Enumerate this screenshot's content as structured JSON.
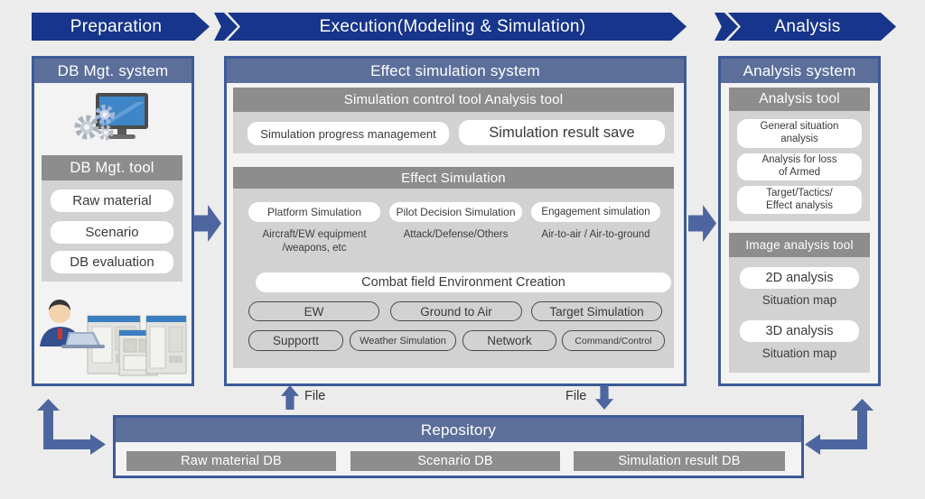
{
  "banners": {
    "preparation": "Preparation",
    "execution": "Execution(Modeling & Simulation)",
    "analysis": "Analysis"
  },
  "db_mgt_system": {
    "title": "DB Mgt. system",
    "tool_title": "DB Mgt. tool",
    "items": [
      "Raw material",
      "Scenario",
      "DB evaluation"
    ]
  },
  "effect_sim_system": {
    "title": "Effect simulation system",
    "control_section": {
      "title": "Simulation control tool Analysis tool",
      "buttons": [
        "Simulation progress management",
        "Simulation result save"
      ]
    },
    "effect_section": {
      "title": "Effect Simulation",
      "sims": [
        {
          "label": "Platform Simulation",
          "desc": "Aircraft/EW equipment\n/weapons, etc"
        },
        {
          "label": "Pilot Decision Simulation",
          "desc": "Attack/Defense/Others"
        },
        {
          "label": "Engagement simulation",
          "desc": "Air-to-air / Air-to-ground"
        }
      ],
      "combat_title": "Combat field Environment Creation",
      "combat_row1": [
        "EW",
        "Ground to Air",
        "Target Simulation"
      ],
      "combat_row2": [
        "Supportt",
        "Weather Simulation",
        "Network",
        "Command/Control"
      ]
    }
  },
  "analysis_system": {
    "title": "Analysis system",
    "tool_title": "Analysis tool",
    "tool_items": [
      "General situation\nanalysis",
      "Analysis for loss\nof Armed",
      "Target/Tactics/\nEffect analysis"
    ],
    "image_tool_title": "Image analysis tool",
    "image_items": [
      {
        "button": "2D analysis",
        "caption": "Situation map"
      },
      {
        "button": "3D analysis",
        "caption": "Situation map"
      }
    ]
  },
  "repository": {
    "title": "Repository",
    "dbs": [
      "Raw material DB",
      "Scenario DB",
      "Simulation result DB"
    ]
  },
  "flow": {
    "file_up": "File",
    "file_down": "File"
  },
  "colors": {
    "banner_blue": "#16358b",
    "header_blue": "#5c6f9b",
    "border_blue": "#3d5a99",
    "arrow_blue": "#4d66a0",
    "header_gray": "#8d8d8d",
    "panel_gray": "#d2d2d2"
  }
}
